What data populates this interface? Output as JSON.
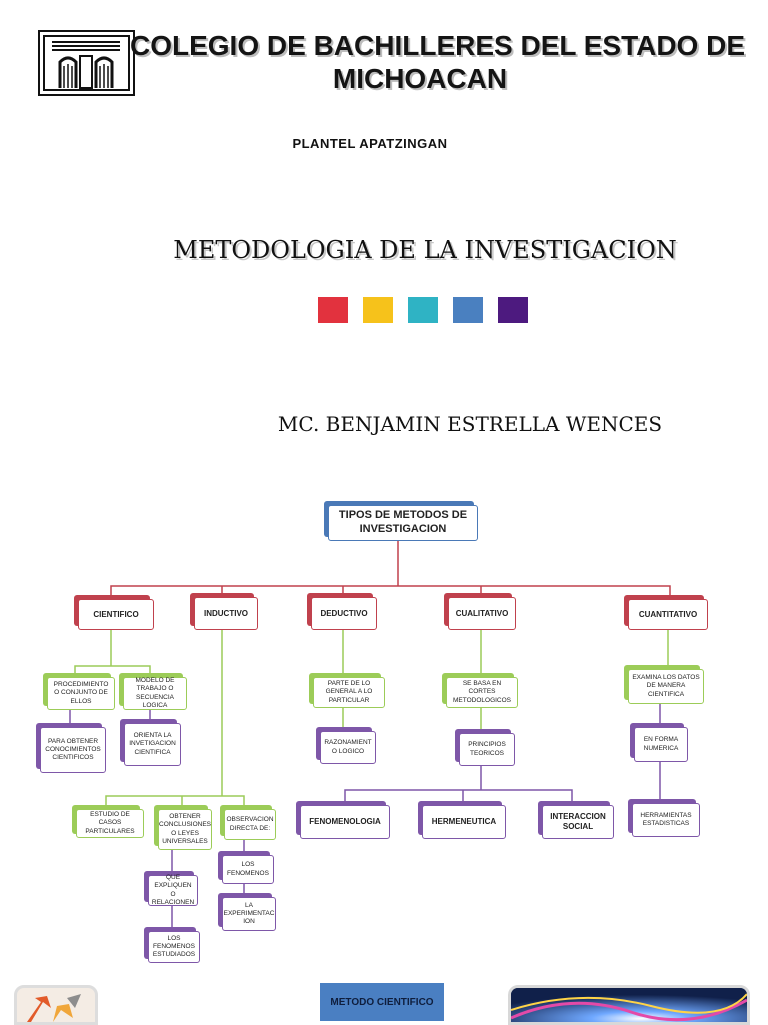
{
  "header": {
    "title_line1": "COLEGIO DE BACHILLERES DEL ESTADO DE",
    "title_line2": "MICHOACAN",
    "campus": "PLANTEL APATZINGAN",
    "subject": "METODOLOGIA DE LA INVESTIGACION",
    "author": "MC. BENJAMIN ESTRELLA WENCES"
  },
  "swatches": [
    "#e2323e",
    "#f6c21b",
    "#2fb3c4",
    "#4a80c0",
    "#4d1a7f"
  ],
  "diagram": {
    "root": "TIPOS DE METODOS DE INVESTIGACION",
    "types": {
      "cientifico": "CIENTIFICO",
      "inductivo": "INDUCTIVO",
      "deductivo": "DEDUCTIVO",
      "cualitativo": "CUALITATIVO",
      "cuantitativo": "CUANTITATIVO"
    },
    "cientifico": {
      "procedimiento": "PROCEDIMIENTO O CONJUNTO DE ELLOS",
      "modelo": "MODELO DE TRABAJO O SECUENCIA LOGICA",
      "para_obtener": "PARA OBTENER CONOCIMIENTOS CIENTIFICOS",
      "orienta": "ORIENTA LA INVETIGACION CIENTIFICA"
    },
    "inductivo": {
      "estudio": "ESTUDIO DE CASOS PARTICULARES",
      "obtener": "OBTENER CONCLUSIONES O LEYES UNIVERSALES",
      "observacion": "OBSERVACION DIRECTA DE:",
      "que_expliquen": "QUE EXPLIQUEN O RELACIONEN",
      "fenomenos_estudiados": "LOS FENOMENOS ESTUDIADOS",
      "los_fenomenos": "LOS FENOMENOS",
      "experimentacion": "LA EXPERIMENTAC ION"
    },
    "deductivo": {
      "parte": "PARTE DE LO GENERAL A LO PARTICULAR",
      "razonamiento": "RAZONAMIENT O LOGICO"
    },
    "cualitativo": {
      "cortes": "SE BASA EN CORTES METODOLOGICOS",
      "principios": "PRINCIPIOS TEORICOS",
      "fenomenologia": "FENOMENOLOGIA",
      "hermeneutica": "HERMENEUTICA",
      "interaccion": "INTERACCION SOCIAL"
    },
    "cuantitativo": {
      "examina": "EXAMINA LOS DATOS DE MANERA CIENTIFICA",
      "numerica": "EN FORMA NUMERICA",
      "herramientas": "HERRAMIENTAS ESTADISTICAS"
    }
  },
  "footer": {
    "label": "METODO CIENTIFICO"
  },
  "colors": {
    "red": "#c0414d",
    "green": "#9ccc58",
    "purple": "#7e57a8",
    "blue": "#4a79b7"
  }
}
